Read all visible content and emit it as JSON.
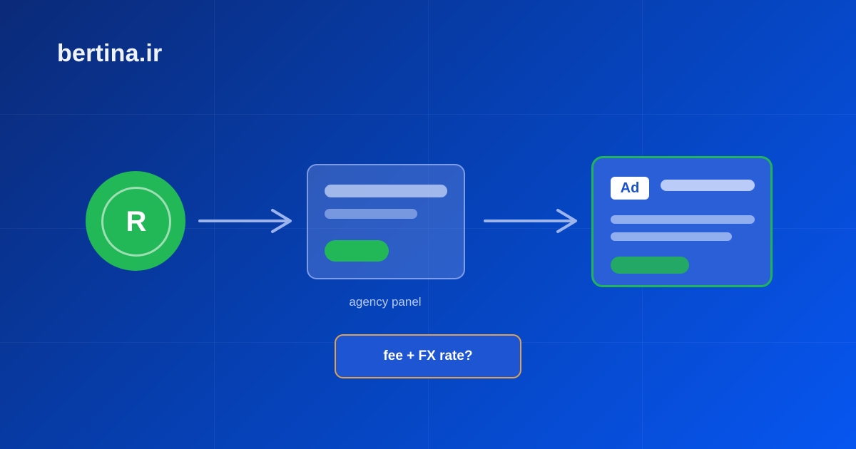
{
  "brand": {
    "name": "bertina.ir"
  },
  "nodes": {
    "source": {
      "letter": "R",
      "color": "#22b857"
    },
    "panel": {
      "label": "agency panel"
    },
    "ad": {
      "badge": "Ad",
      "border_color": "#22b45a"
    }
  },
  "question": {
    "text": "fee + FX rate?",
    "border_color": "#e0a24e"
  },
  "colors": {
    "background_start": "#0b2a78",
    "background_end": "#0756f0",
    "accent_green": "#22b857"
  }
}
